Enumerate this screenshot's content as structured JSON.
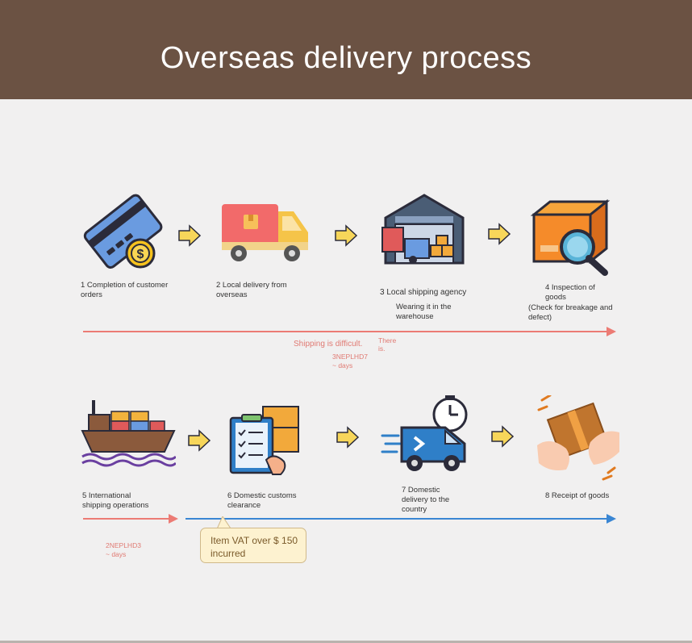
{
  "header": {
    "title": "Overseas delivery process"
  },
  "steps": [
    {
      "label": "1 Completion of customer orders",
      "icon": "credit-card-dollar-icon"
    },
    {
      "label": "2 Local delivery from overseas",
      "icon": "delivery-truck-icon"
    },
    {
      "label": "3 Local shipping agency",
      "sub": "Wearing it in the warehouse",
      "icon": "warehouse-icon"
    },
    {
      "label": "4 Inspection of goods",
      "sub": "(Check for breakage and defect)",
      "icon": "box-magnifier-icon"
    },
    {
      "label": "5 International shipping operations",
      "icon": "cargo-ship-icon"
    },
    {
      "label": "6 Domestic customs clearance",
      "icon": "clipboard-boxes-icon"
    },
    {
      "label": "7 Domestic delivery to the country",
      "icon": "fast-delivery-van-icon"
    },
    {
      "label": "8 Receipt of goods",
      "icon": "hands-receiving-box-icon"
    }
  ],
  "notes": {
    "row1_main": "Shipping is difficult.",
    "row1_side": "There is.",
    "row1_code": "3NEPLHD7",
    "row1_days": "~ days",
    "row2_code": "2NEPLHD3",
    "row2_days": "~ days",
    "callout": "Item VAT over $ 150 incurred"
  },
  "colors": {
    "header_bg": "#6b5243",
    "red_line": "#ec7b74",
    "blue_line": "#3a86d3",
    "arrow_yellow": "#f7d65a",
    "callout_bg": "#fdf2d0"
  }
}
